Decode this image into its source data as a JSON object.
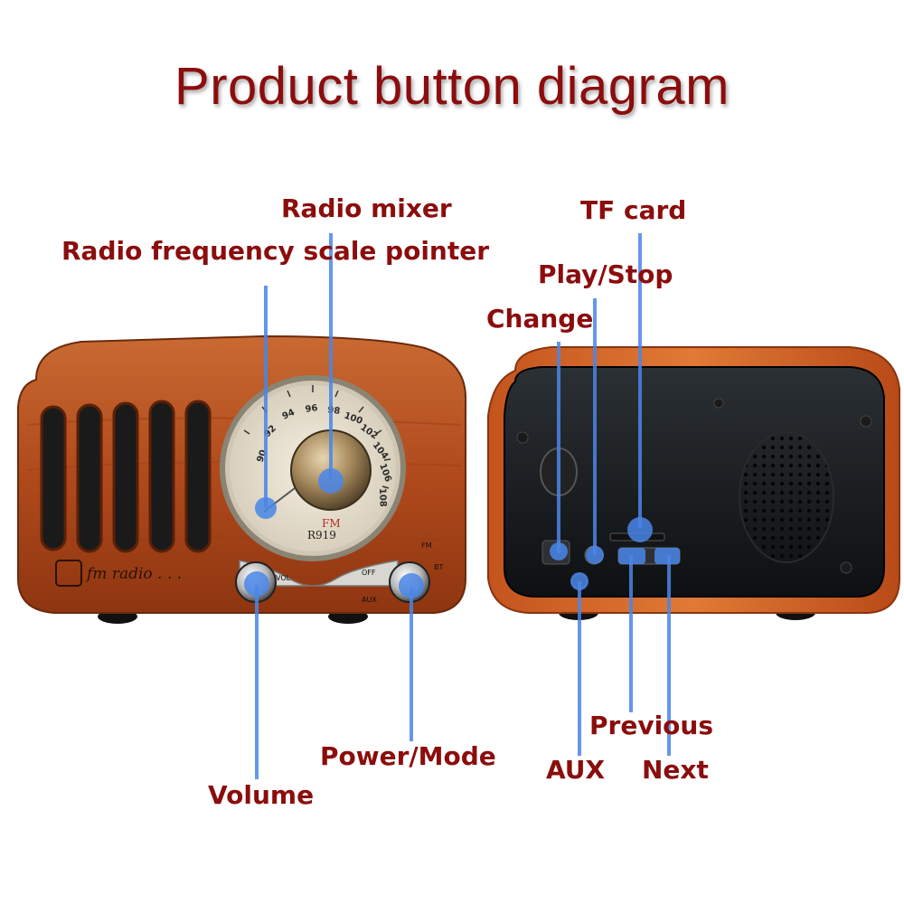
{
  "title": "Product button diagram",
  "labels": {
    "radio_mixer": "Radio mixer",
    "frequency_pointer": "Radio frequency scale pointer",
    "volume": "Volume",
    "power_mode": "Power/Mode",
    "tf_card": "TF card",
    "play_stop": "Play/Stop",
    "change": "Change",
    "previous": "Previous",
    "aux": "AUX",
    "next": "Next"
  },
  "radio_markings": {
    "dial_numbers": [
      "90",
      "92",
      "94",
      "96",
      "98",
      "100",
      "102",
      "104",
      "106",
      "108"
    ],
    "band": "FM",
    "model": "R919",
    "brand_script": "fm radio . . .",
    "vol": "VOL",
    "off": "OFF",
    "fm": "FM",
    "bt": "BT",
    "aux": "AUX"
  },
  "colors": {
    "label_text": "#8b0d0d",
    "pointer_line": "#4a86e8",
    "wood": "#b5501d"
  }
}
